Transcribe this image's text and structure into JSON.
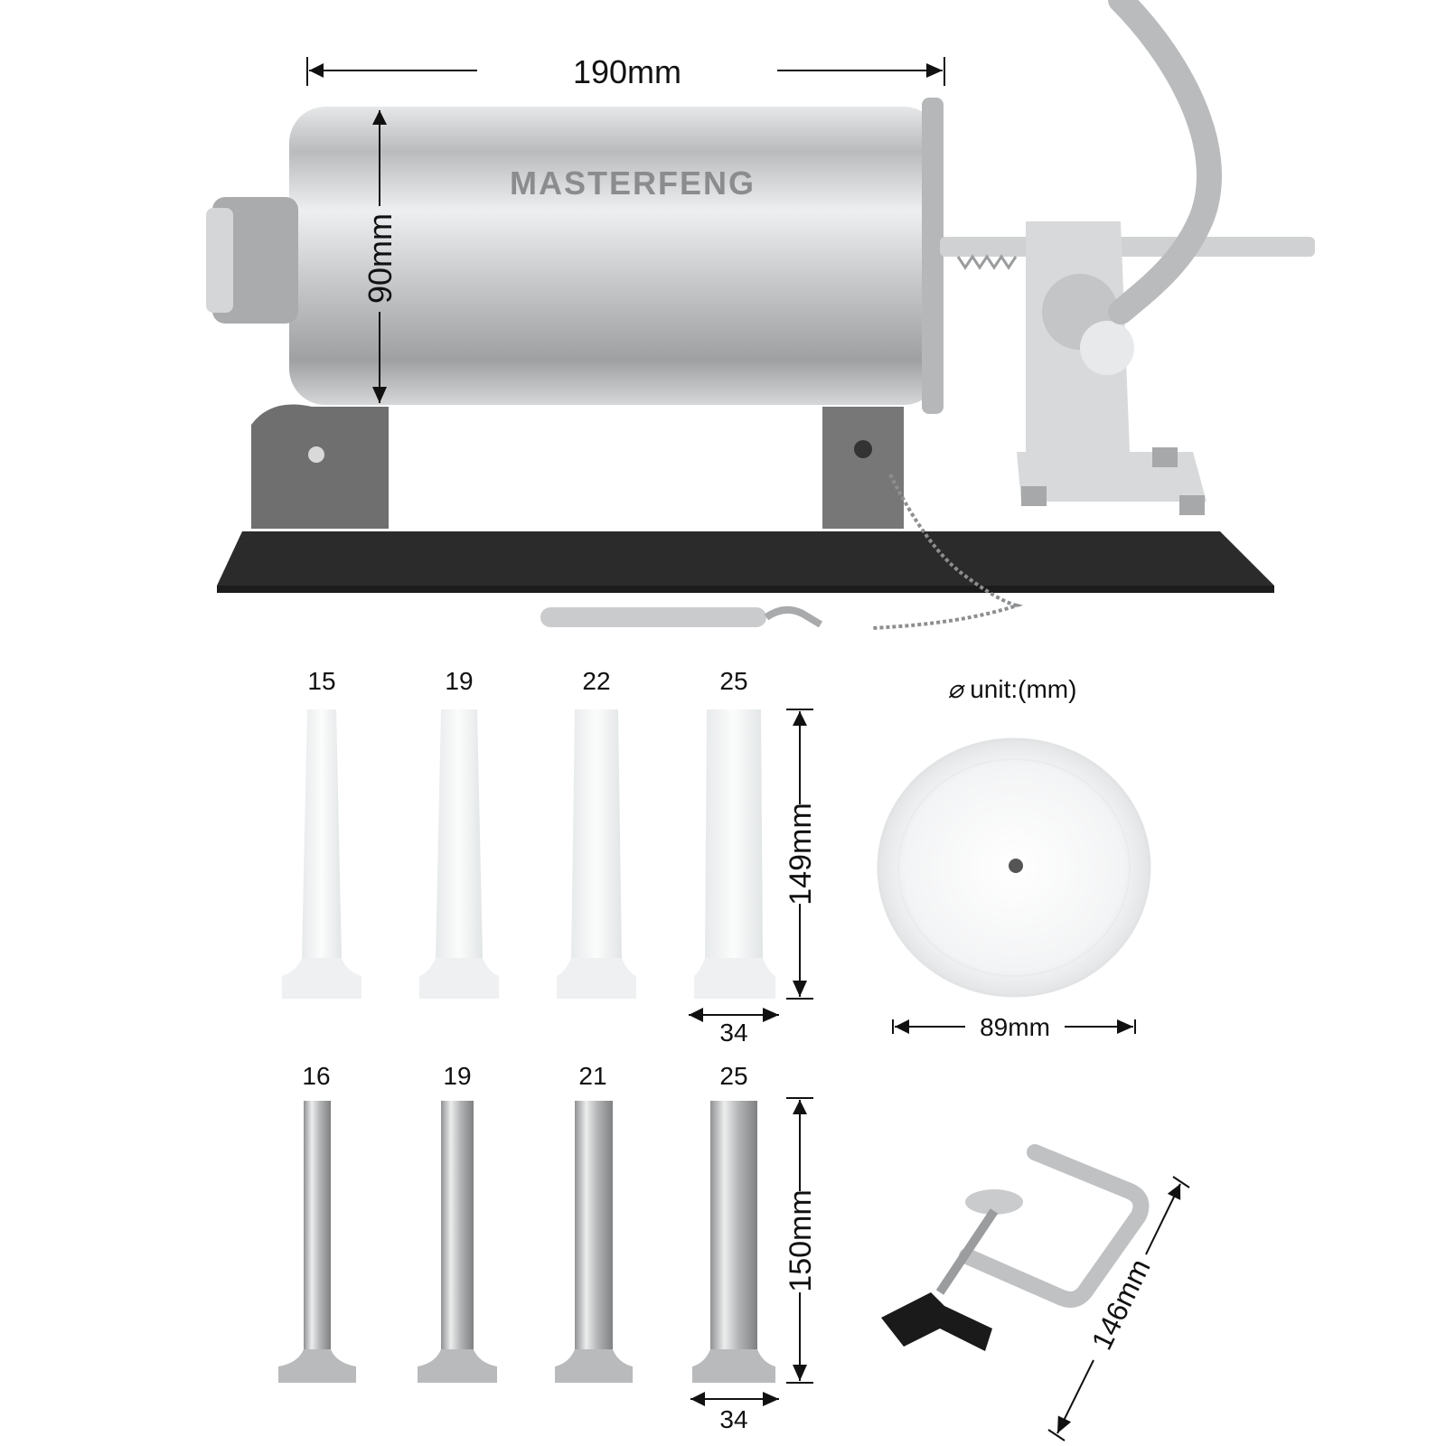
{
  "brand": {
    "logo_text": "MASTERFENG"
  },
  "stuffer": {
    "length_label": "190mm",
    "diameter_label": "90mm"
  },
  "plastic_tubes": {
    "sizes": [
      "15",
      "19",
      "22",
      "25"
    ],
    "length_label": "149mm",
    "base_label": "34"
  },
  "piston": {
    "unit_label": "unit:(mm)",
    "diameter_label": "89mm"
  },
  "steel_tubes": {
    "sizes": [
      "16",
      "19",
      "21",
      "25"
    ],
    "length_label": "150mm",
    "base_label": "34"
  },
  "clamp": {
    "length_label": "146mm"
  },
  "colors": {
    "steel": "#c8cacc",
    "base": "#2b2b2b",
    "bracket": "#6f6f6f",
    "plastic": "#f1f3f4"
  }
}
